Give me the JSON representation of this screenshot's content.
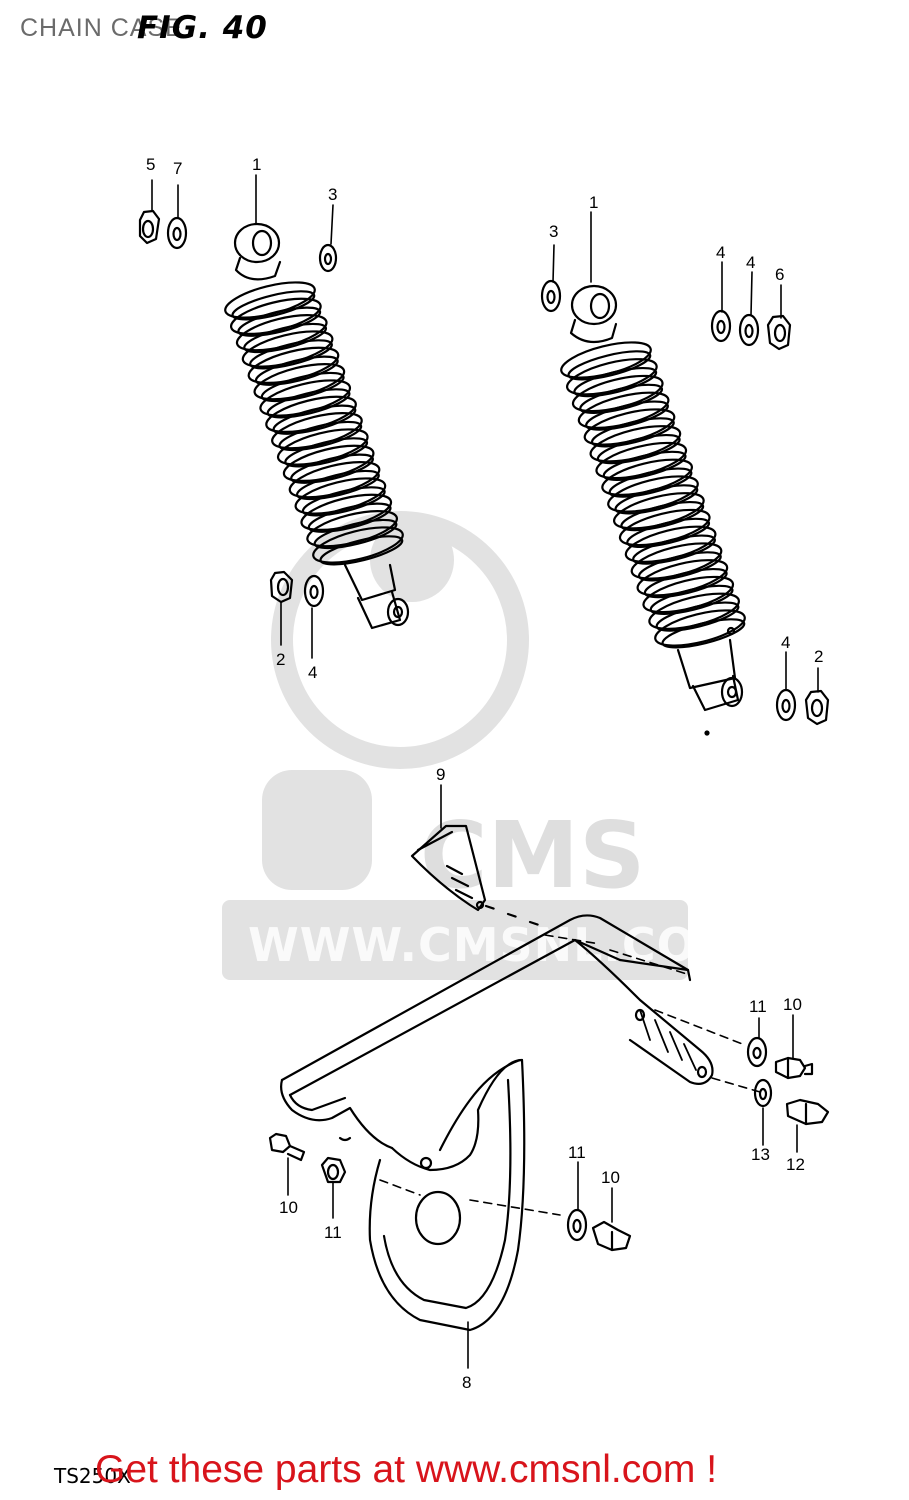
{
  "header": {
    "title": "CHAIN CASE",
    "figure": "FIG. 40"
  },
  "watermark": {
    "brand": "CMS",
    "url": "WWW.CMSNL.COM"
  },
  "footer": {
    "model": "TS250X",
    "cta": "Get these parts at www.cmsnl.com !"
  },
  "callouts": {
    "c5": "5",
    "c7": "7",
    "c1a": "1",
    "c3a": "3",
    "c2a": "2",
    "c4a": "4",
    "c3b": "3",
    "c1b": "1",
    "c4b": "4",
    "c4c": "4",
    "c6": "6",
    "c4d": "4",
    "c2b": "2",
    "c9": "9",
    "c11a": "11",
    "c10a": "10",
    "c13": "13",
    "c12": "12",
    "c10b": "10",
    "c11b": "11",
    "c11c": "11",
    "c10c": "10",
    "c8": "8"
  },
  "colors": {
    "ink": "#000000",
    "cta": "#d8141b",
    "watermark": "#dedede"
  }
}
